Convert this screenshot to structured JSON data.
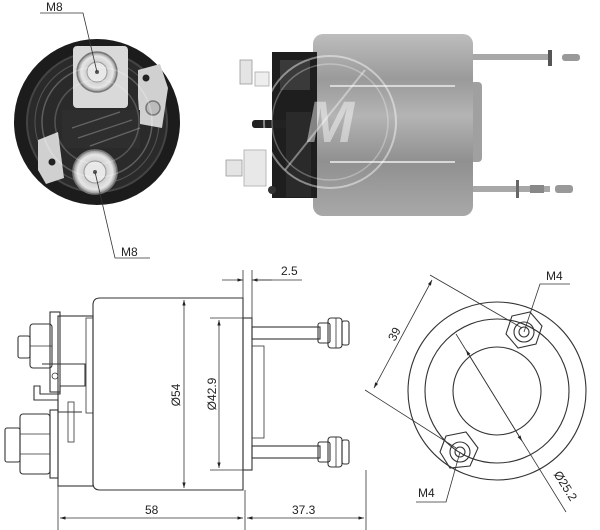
{
  "photos": {
    "end_view": {
      "top_terminal_label": "M8",
      "bottom_terminal_label": "M8"
    },
    "side_view": {
      "watermark_logo": "M"
    }
  },
  "side_drawing": {
    "flange_thickness": "2.5",
    "body_diameter": "Ø54",
    "flange_diameter": "Ø42.9",
    "body_length": "58",
    "stud_length": "37.3"
  },
  "end_drawing": {
    "stud_spacing": "39",
    "bore_diameter": "Ø25.2",
    "top_stud_thread": "M4",
    "bottom_stud_thread": "M4"
  },
  "colors": {
    "line": "#333333",
    "photo_dark": "#1a1a1a",
    "photo_body": "#9a9a9a",
    "background": "#ffffff"
  }
}
